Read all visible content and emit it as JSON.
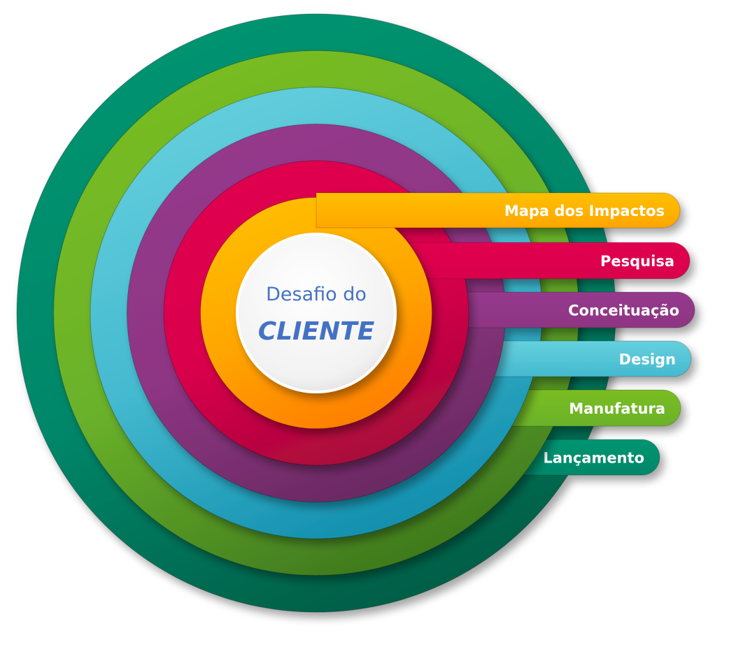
{
  "diagram": {
    "type": "concentric-rings-with-labeled-bars",
    "center": {
      "line1": "Desafio do",
      "line2": "CLIENTE",
      "text_color": "#4472c4"
    },
    "stages": [
      {
        "label": "Mapa dos Impactos",
        "color": "#ffa500",
        "color_light": "#ffc000",
        "color_dark": "#ff7f00"
      },
      {
        "label": "Pesquisa",
        "color": "#d9004c",
        "color_light": "#e0064f",
        "color_dark": "#a8093a"
      },
      {
        "label": "Conceituação",
        "color": "#8e3583",
        "color_light": "#953a8c",
        "color_dark": "#6a2a62"
      },
      {
        "label": "Design",
        "color": "#44b9cf",
        "color_light": "#66d0de",
        "color_dark": "#128fae"
      },
      {
        "label": "Manufatura",
        "color": "#6ab22a",
        "color_light": "#7abd22",
        "color_dark": "#3f7a1e"
      },
      {
        "label": "Lançamento",
        "color": "#00876a",
        "color_light": "#009570",
        "color_dark": "#005e46"
      }
    ]
  }
}
